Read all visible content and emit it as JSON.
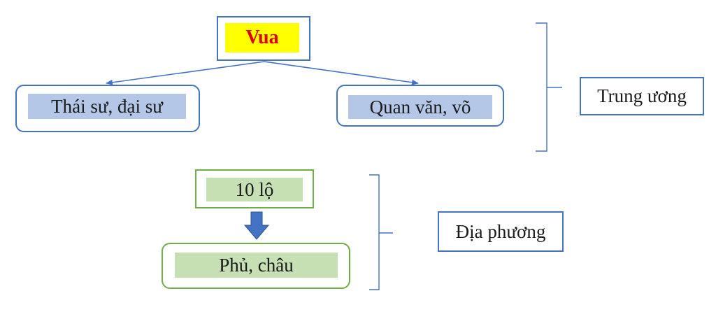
{
  "central": {
    "king": "Vua",
    "left_child": "Thái sư, đại sư",
    "right_child": "Quan văn, võ",
    "group_label": "Trung ương"
  },
  "local": {
    "upper": "10 lộ",
    "lower": "Phủ, châu",
    "group_label": "Địa phương"
  },
  "colors": {
    "blue_border": "#4472c4",
    "green_border": "#70ad47",
    "king_highlight": "#ffff00",
    "king_text": "#e00000",
    "blue_fill": "#b4c7e7",
    "green_fill": "#c6e0b4",
    "down_arrow": "#4472c4"
  }
}
